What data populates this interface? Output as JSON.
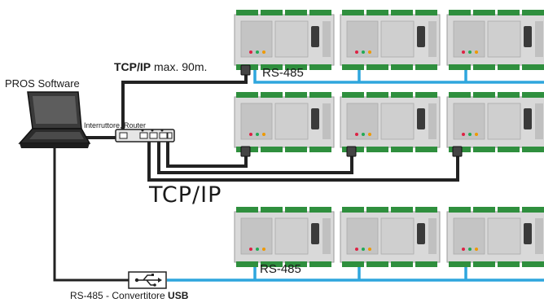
{
  "labels": {
    "software": "PROS Software",
    "router": "Interruttore, Router",
    "tcpip_bold": "TCP/IP",
    "tcpip_rest": " max. 90m.",
    "tcpip_big": "TCP/IP",
    "rs485_top": "RS-485",
    "rs485_bottom": "RS-485",
    "usb_prefix": "RS-485 - Convertitore ",
    "usb_bold": "USB"
  },
  "icons": {
    "computer": "laptop-icon",
    "router": "network-switch-icon",
    "usb": "usb-icon",
    "controller": "controller-board-icon"
  },
  "colors": {
    "tcpip_cable": "#222222",
    "rs485_cable": "#2ea6dd",
    "board_body": "#d9d9d9",
    "terminal_green": "#2f8f3e"
  },
  "controllers": {
    "rows": [
      {
        "name": "row-rs485-top",
        "count": 3
      },
      {
        "name": "row-tcpip",
        "count": 3
      },
      {
        "name": "row-rs485-bottom",
        "count": 3
      }
    ]
  }
}
